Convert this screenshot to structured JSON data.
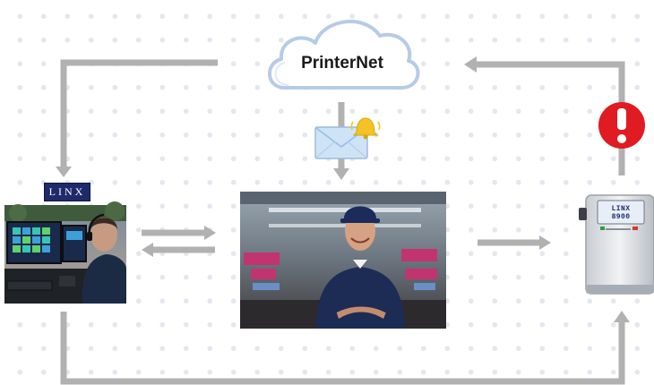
{
  "cloud": {
    "label": "PrinterNet"
  },
  "logo": {
    "text": "LINX"
  },
  "printer": {
    "screen_text": "LINX 8900"
  },
  "colors": {
    "arrow": "#b1b1b1",
    "alert": "#e11b22",
    "cloud_border": "#b6cbe6",
    "logo_bg": "#1f2a6b",
    "envelope": "#cfe3f7",
    "bell": "#f3c326"
  },
  "icons": [
    "cloud-icon",
    "envelope-icon",
    "bell-icon",
    "alert-icon",
    "printer-icon",
    "operator-photo",
    "worker-photo"
  ]
}
